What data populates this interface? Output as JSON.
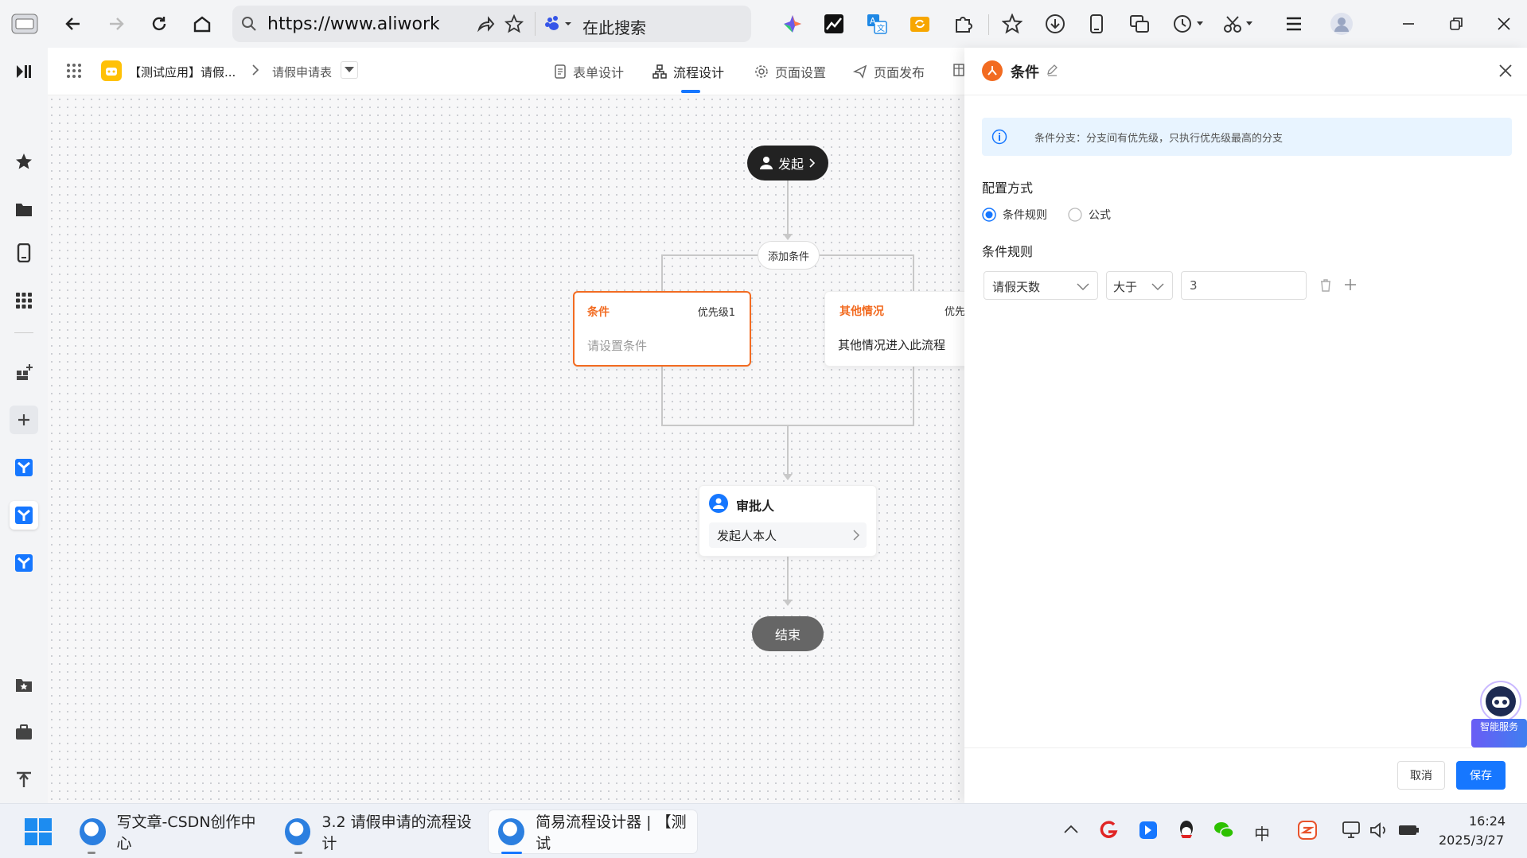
{
  "browser": {
    "url": "https://www.aliwork.c",
    "search_placeholder": "在此搜索"
  },
  "app": {
    "breadcrumb_app": "【测试应用】请假...",
    "breadcrumb_form": "请假申请表",
    "tabs": [
      {
        "label": "表单设计"
      },
      {
        "label": "流程设计"
      },
      {
        "label": "页面设置"
      },
      {
        "label": "页面发布"
      }
    ]
  },
  "flow": {
    "start_label": "发起",
    "add_condition_label": "添加条件",
    "condition_card": {
      "title": "条件",
      "priority": "优先级1",
      "placeholder": "请设置条件"
    },
    "other_card": {
      "title": "其他情况",
      "priority": "优先",
      "desc": "其他情况进入此流程"
    },
    "approver_card": {
      "title": "审批人",
      "value": "发起人本人"
    },
    "end_label": "结束"
  },
  "panel": {
    "title": "条件",
    "info": "条件分支：分支间有优先级，只执行优先级最高的分支",
    "config_label": "配置方式",
    "radio_rule": "条件规则",
    "radio_formula": "公式",
    "rules_label": "条件规则",
    "rule_field": "请假天数",
    "rule_operator": "大于",
    "rule_value": "3",
    "cancel": "取消",
    "save": "保存",
    "smart_service": "智能服务",
    "accent_color": "#1677ff",
    "orange_color": "#f26b21"
  },
  "taskbar": {
    "apps": [
      {
        "label": "写文章-CSDN创作中心"
      },
      {
        "label": "3.2 请假申请的流程设计"
      },
      {
        "label": "简易流程设计器 | 【测试"
      }
    ],
    "ime": "中",
    "time": "16:24",
    "date": "2025/3/27"
  }
}
